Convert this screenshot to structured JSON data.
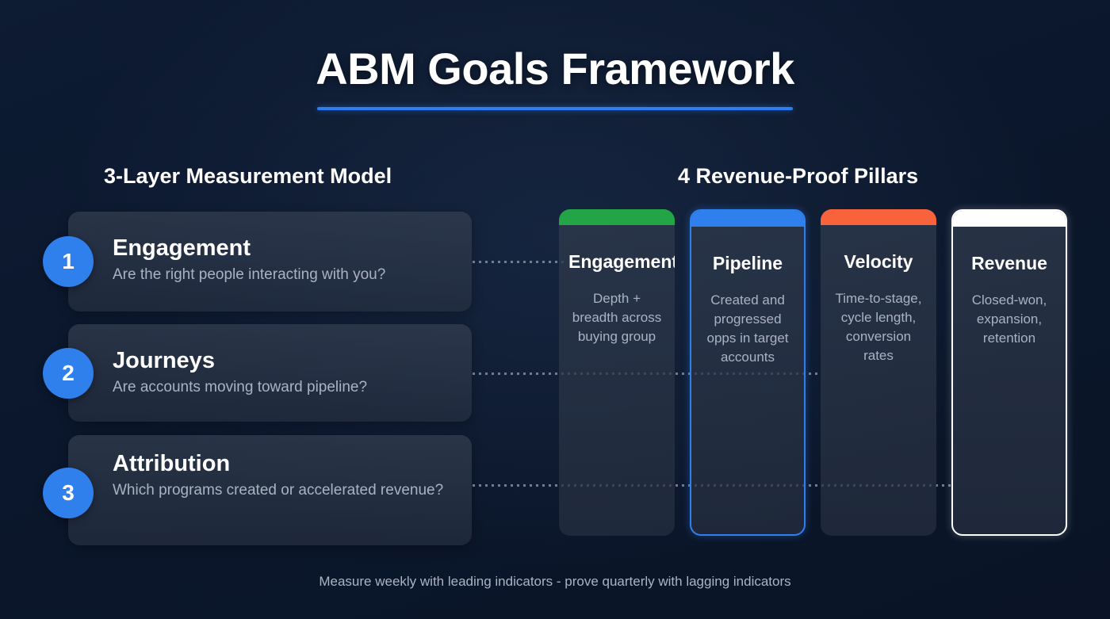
{
  "page": {
    "title": "ABM Goals Framework",
    "accent_color": "#2b7ff0",
    "background_color": "#0c1a32",
    "footer_note": "Measure weekly with leading indicators - prove quarterly with lagging indicators"
  },
  "left_column": {
    "heading": "3-Layer Measurement Model",
    "layers": [
      {
        "number": "1",
        "title": "Engagement",
        "question": "Are the right people interacting with you?",
        "badge_color": "#2f80ed"
      },
      {
        "number": "2",
        "title": "Journeys",
        "question": "Are accounts moving toward pipeline?",
        "badge_color": "#2f80ed"
      },
      {
        "number": "3",
        "title": "Attribution",
        "question": "Which programs created or accelerated revenue?",
        "badge_color": "#2f80ed"
      }
    ]
  },
  "right_column": {
    "heading": "4 Revenue-Proof Pillars",
    "pillars": [
      {
        "title": "Engagement",
        "description": "Depth + breadth across buying group",
        "cap_color": "#22a447",
        "highlight": "none"
      },
      {
        "title": "Pipeline",
        "description": "Created and progressed opps in target accounts",
        "cap_color": "#2f80ed",
        "highlight": "blue"
      },
      {
        "title": "Velocity",
        "description": "Time-to-stage, cycle length, conversion rates",
        "cap_color": "#f8633c",
        "highlight": "none"
      },
      {
        "title": "Revenue",
        "description": "Closed-won, expansion, retention",
        "cap_color": "#ffffff",
        "highlight": "white"
      }
    ]
  }
}
